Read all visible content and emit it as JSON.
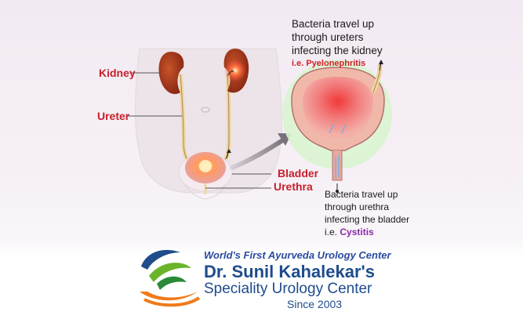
{
  "labels": {
    "kidney": "Kidney",
    "ureter": "Ureter",
    "bladder": "Bladder",
    "urethra": "Urethra"
  },
  "note_kidney": {
    "line1": "Bacteria travel up",
    "line2": "through ureters",
    "line3": "infecting the kidney",
    "sub": "i.e. Pyelonephritis"
  },
  "note_bladder": {
    "line1": "Bacteria travel up",
    "line2": "through urethra",
    "line3": "infecting the bladder",
    "prefix": "i.e.",
    "term": "Cystitis"
  },
  "brand": {
    "tagline": "World's First Ayurveda Urology Center",
    "name": "Dr. Sunil Kahalekar's",
    "subtitle": "Speciality Urology Center",
    "since": "Since 2003"
  },
  "colors": {
    "label_red": "#c8202a",
    "brand_blue": "#1e4c8c",
    "cystitis_purple": "#8a2aa8",
    "logo_orange": "#f07a1a",
    "logo_green": "#6ab42a"
  }
}
